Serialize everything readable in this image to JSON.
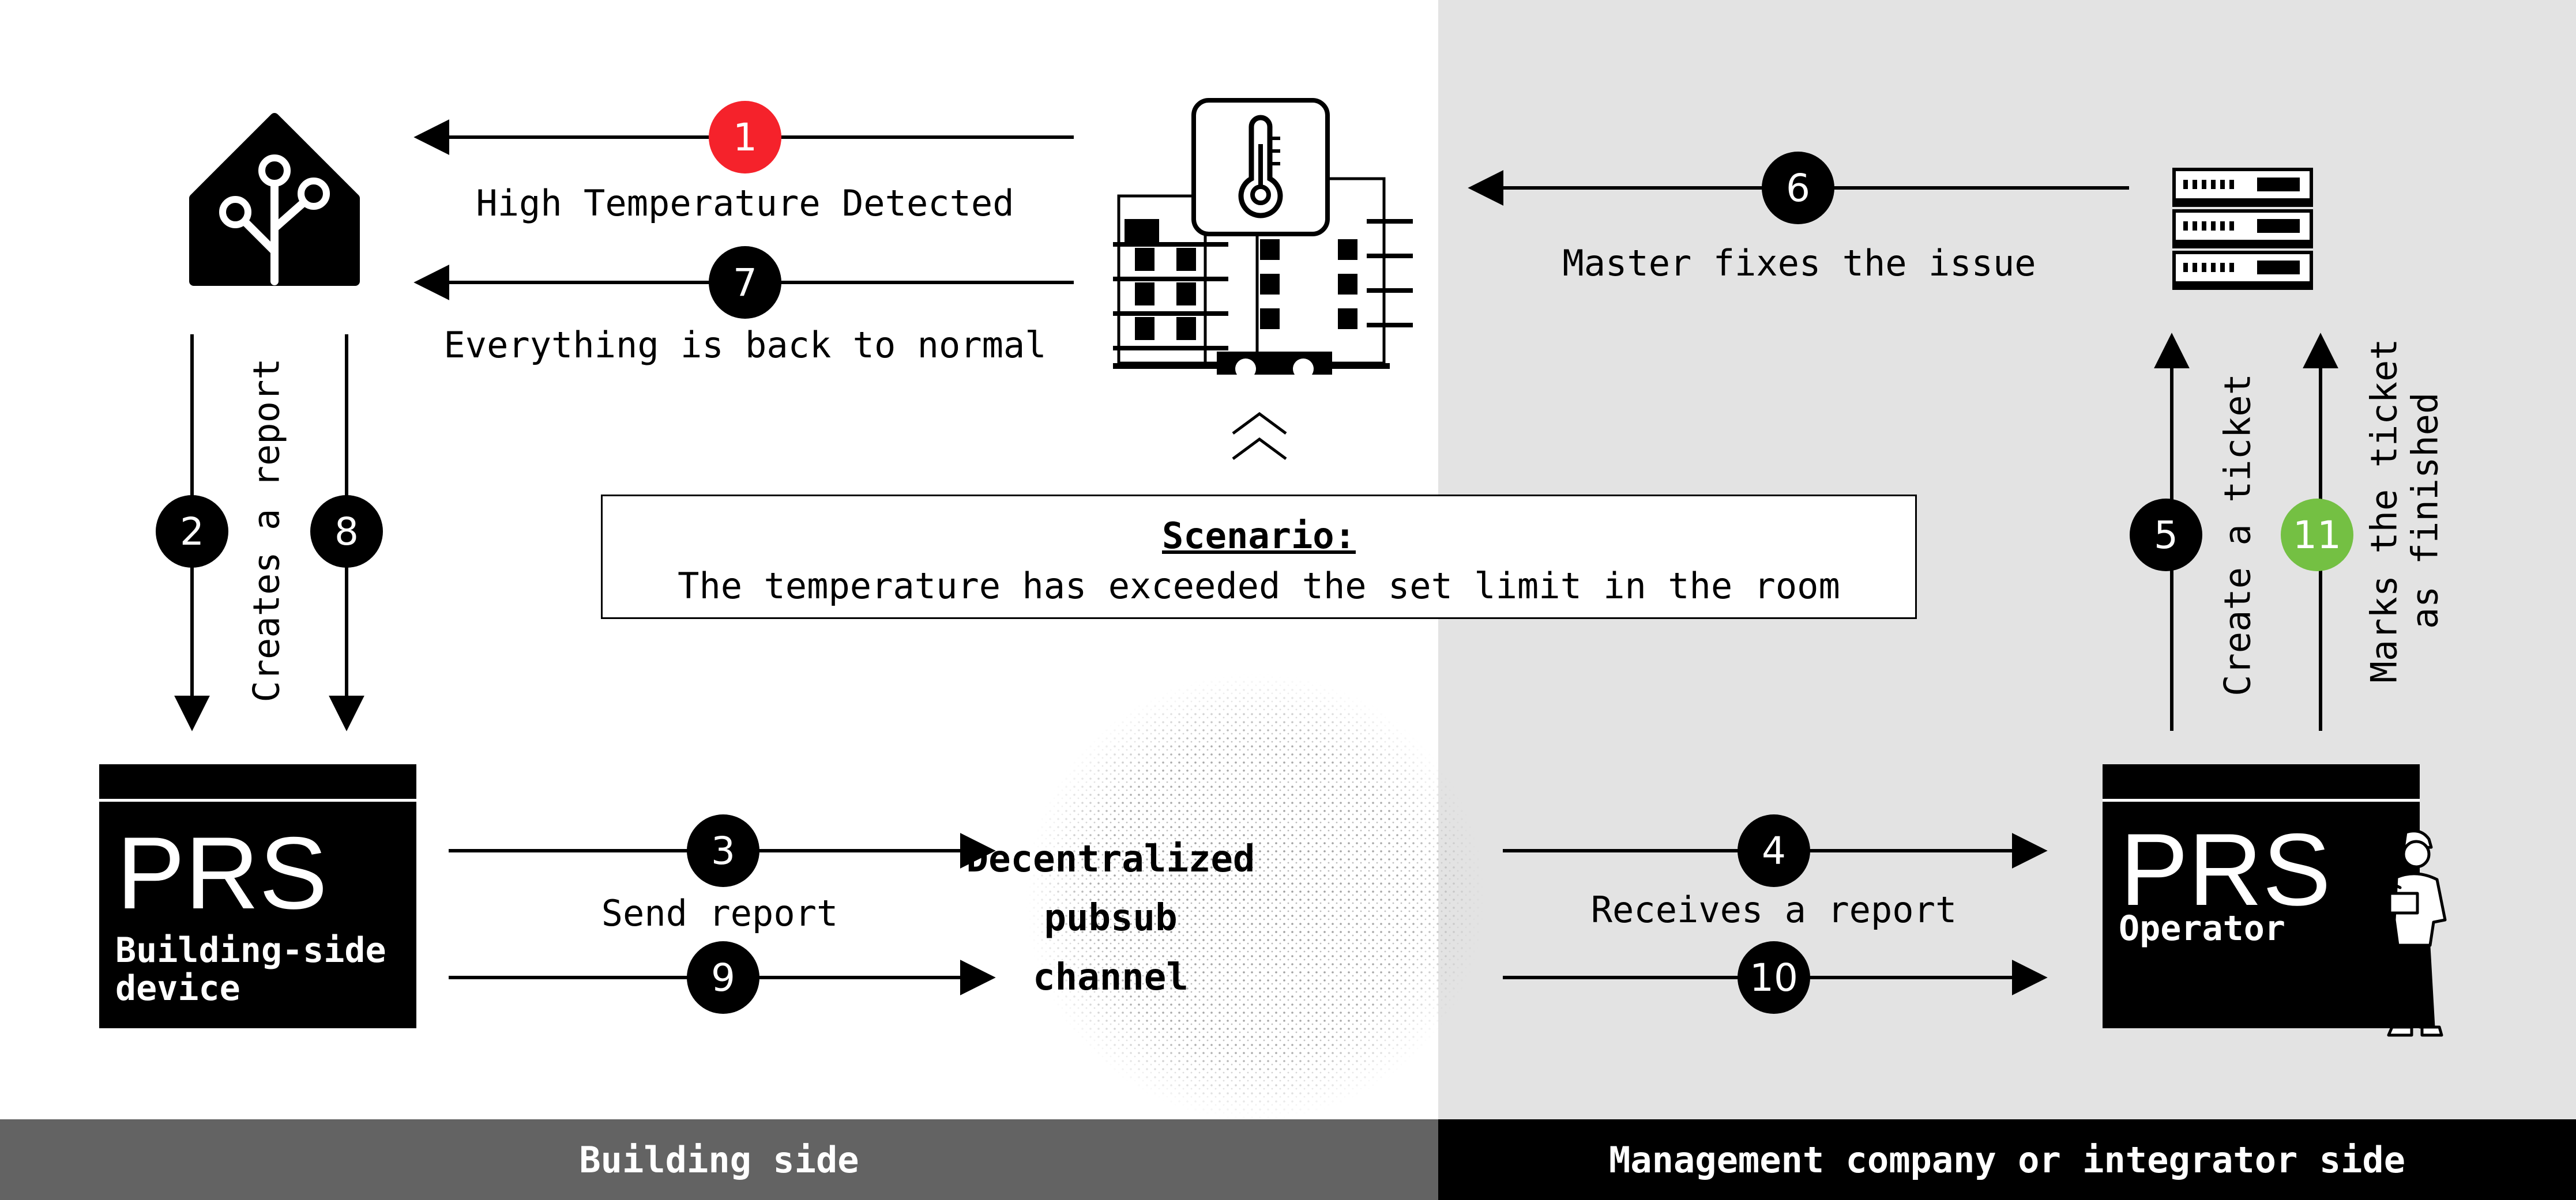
{
  "footer": {
    "left": "Building side",
    "right": "Management company or integrator side"
  },
  "scenario": {
    "title": "Scenario:",
    "text": "The temperature has exceeded the set limit in the room"
  },
  "devices": {
    "building_title": "PRS",
    "building_sub_1": "Building-side",
    "building_sub_2": "device",
    "operator_title": "PRS",
    "operator_sub": "Operator"
  },
  "channel": {
    "line1": "Decentralized",
    "line2": "pubsub",
    "line3": "channel"
  },
  "steps": {
    "s1": "1",
    "s2": "2",
    "s3": "3",
    "s4": "4",
    "s5": "5",
    "s6": "6",
    "s7": "7",
    "s8": "8",
    "s9": "9",
    "s10": "10",
    "s11": "11"
  },
  "labels": {
    "high_temp": "High Temperature Detected",
    "back_to_normal": "Everything is back to normal",
    "master_fixes": "Master fixes the issue",
    "creates_report": "Creates a report",
    "send_report": "Send report",
    "receives_report": "Receives a report",
    "create_ticket": "Create a ticket",
    "marks_finished_1": "Marks the ticket",
    "marks_finished_2": "as finished"
  },
  "icons": [
    "home-assistant-icon",
    "building-icon",
    "thermometer-icon",
    "server-rack-icon",
    "operator-person-icon",
    "double-chevron-up-icon"
  ],
  "colors": {
    "step_alert": "#f5222b",
    "step_done": "#74c043",
    "step_default": "#000000",
    "right_panel": "#e3e3e3",
    "footer_left": "#636363",
    "footer_right": "#000000"
  }
}
